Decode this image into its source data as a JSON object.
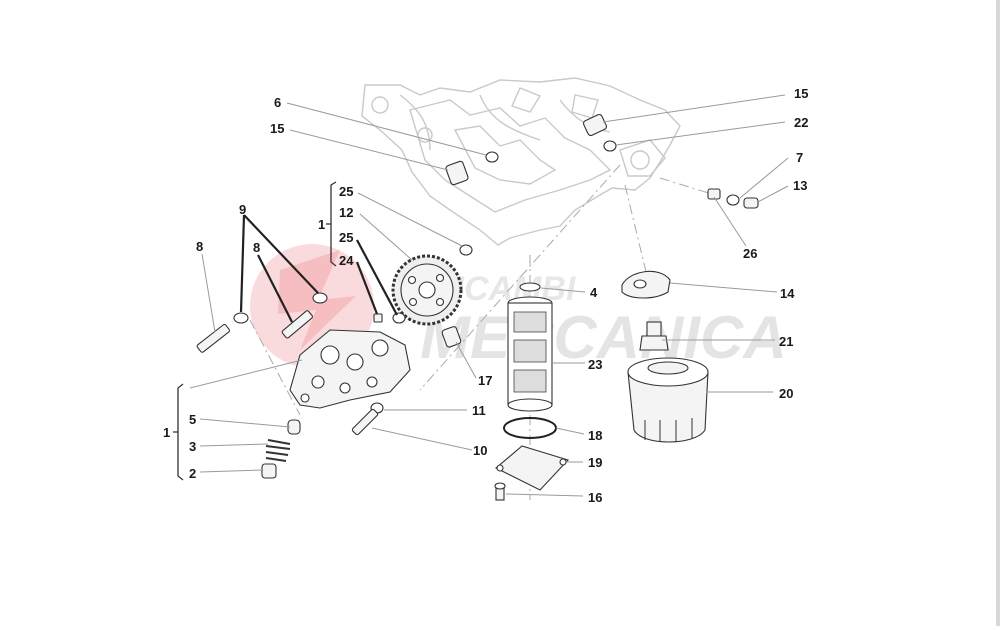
{
  "watermark": {
    "line1": "RICAMBI",
    "line2": "MECCANICA",
    "colors": {
      "logo": "#e8484f",
      "text": "#bdbdbd"
    }
  },
  "labels": {
    "l6": "6",
    "l15a": "15",
    "l15b": "15",
    "l22": "22",
    "l7": "7",
    "l13": "13",
    "l26": "26",
    "l14": "14",
    "l21": "21",
    "l20": "20",
    "l4": "4",
    "l23": "23",
    "l18": "18",
    "l19": "19",
    "l16": "16",
    "l17": "17",
    "l11": "11",
    "l10": "10",
    "l25a": "25",
    "l12": "12",
    "l25b": "25",
    "l24": "24",
    "l1a": "1",
    "l1b": "1",
    "l9": "9",
    "l8a": "8",
    "l8b": "8",
    "l5": "5",
    "l3": "3",
    "l2": "2"
  }
}
